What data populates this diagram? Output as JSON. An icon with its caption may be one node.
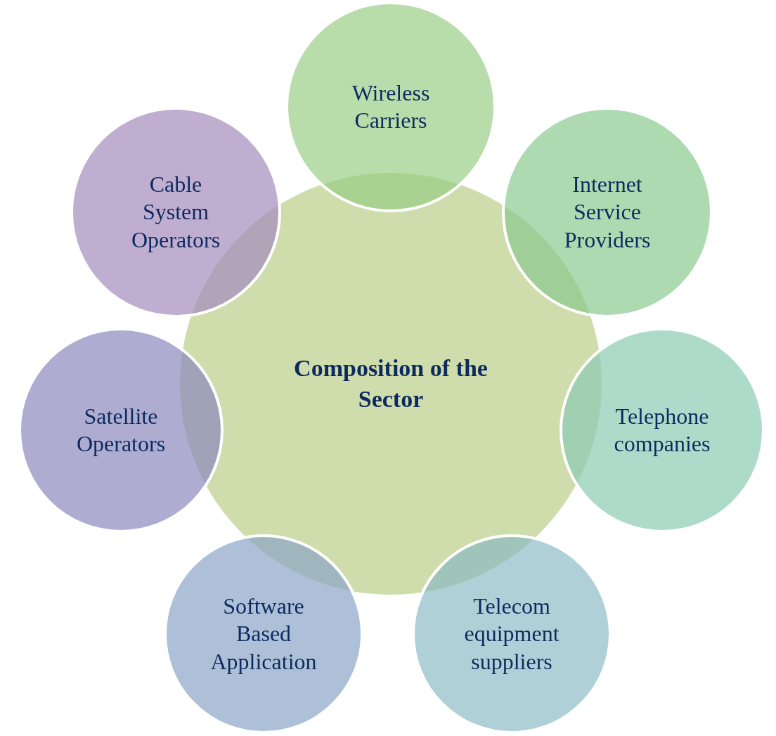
{
  "diagram": {
    "nodes": [
      {
        "text": [
          "Composition of the Sector"
        ]
      },
      {
        "text": [
          "Wireless Carriers"
        ]
      },
      {
        "text": [
          "Internet Service Providers"
        ]
      },
      {
        "text": [
          "Telephone companies"
        ]
      },
      {
        "text": [
          "Telecom equipment suppliers"
        ]
      },
      {
        "text": [
          "Software Based Application"
        ]
      },
      {
        "text": [
          "Satellite Operators"
        ]
      },
      {
        "text": [
          "Cable System Operators"
        ]
      }
    ]
  }
}
